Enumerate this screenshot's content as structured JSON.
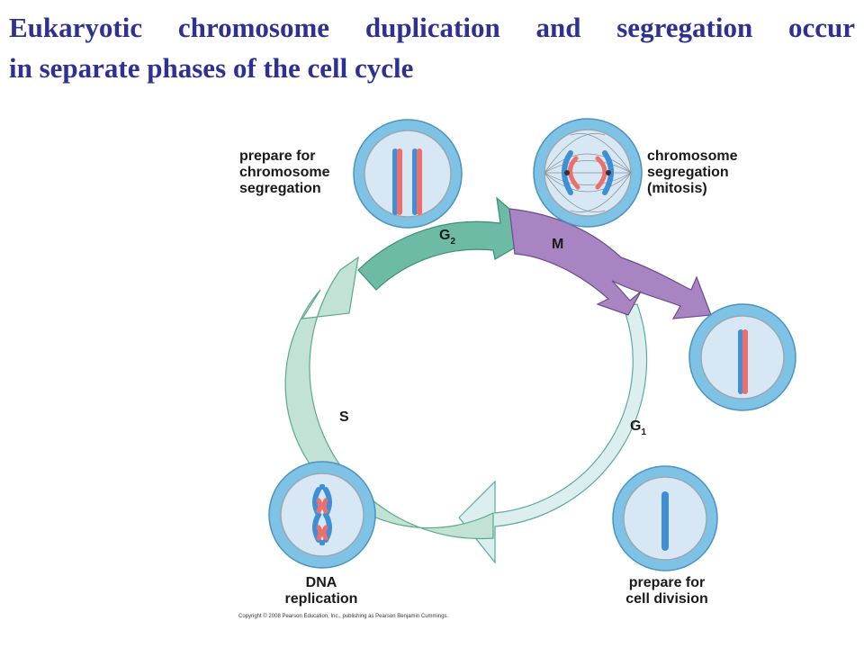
{
  "title": {
    "line1": "Eukaryotic chromosome duplication and segregation occur",
    "line2": "in separate phases of the cell cycle"
  },
  "phases": {
    "g2": {
      "letter": "G",
      "sub": "2"
    },
    "m": {
      "letter": "M"
    },
    "s": {
      "letter": "S"
    },
    "g1": {
      "letter": "G",
      "sub": "1"
    }
  },
  "labels": {
    "prepare_segregation": [
      "prepare for",
      "chromosome",
      "segregation"
    ],
    "chromosome_segregation": [
      "chromosome",
      "segregation",
      "(mitosis)"
    ],
    "dna_replication": [
      "DNA",
      "replication"
    ],
    "prepare_division": [
      "prepare for",
      "cell division"
    ]
  },
  "copyright": "Copyright © 2008 Pearson Education, Inc., publishing as Pearson Benjamin Cummings.",
  "colors": {
    "title": "#2f3192",
    "cell_outer": "#7ec3e6",
    "cell_inner": "#d7e8f4",
    "chrom_blue": "#3f8fd6",
    "chrom_red": "#ee6f6a",
    "s_arrow": "#c2e2d5",
    "g2_arrow": "#6dbba5",
    "g1_arrow": "#dcefee",
    "m_arrow": "#a884c2"
  }
}
